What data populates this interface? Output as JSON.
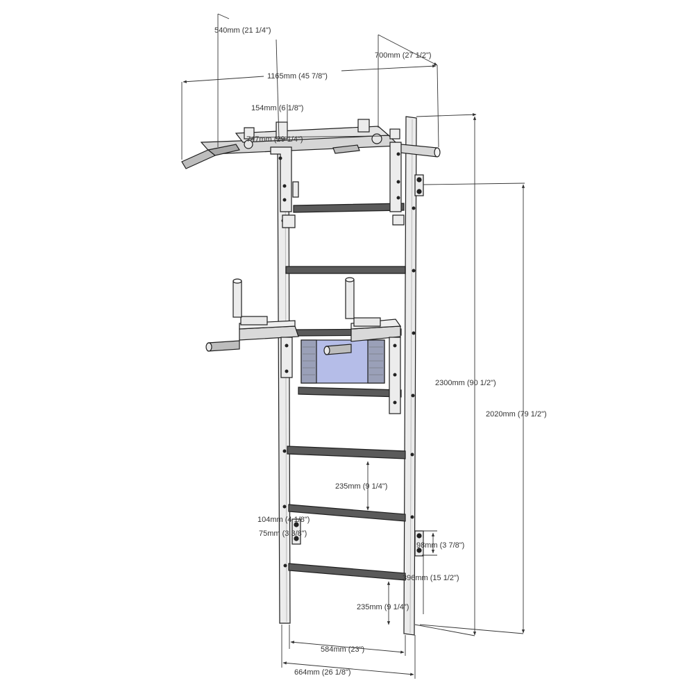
{
  "colors": {
    "frame": "#ececec",
    "frame_shade": "#cfcfcf",
    "outline": "#1e1e1e",
    "rung": "#4a4a4a",
    "grip": "#bdbdbd",
    "pad": "#b5bde8",
    "dim_line": "#333333"
  },
  "dimensions": {
    "d540": "540mm (21 1/4\")",
    "d700": "700mm (27 1/2\")",
    "d1165": "1165mm (45 7/8\")",
    "d154": "154mm (6 1/8\")",
    "d747": "747mm (29 1/4\")",
    "d2300": "2300mm (90 1/2\")",
    "d2020": "2020mm (79 1/2\")",
    "d235a": "235mm (9 1/4\")",
    "d104": "104mm (4 1/8\")",
    "d75": "75mm (3 3/8\")",
    "d98": "98mm (3 7/8\")",
    "d396": "396mm (15 1/2\")",
    "d235b": "235mm (9 1/4\")",
    "d584": "584mm (23\")",
    "d664": "664mm (26 1/8\")"
  }
}
